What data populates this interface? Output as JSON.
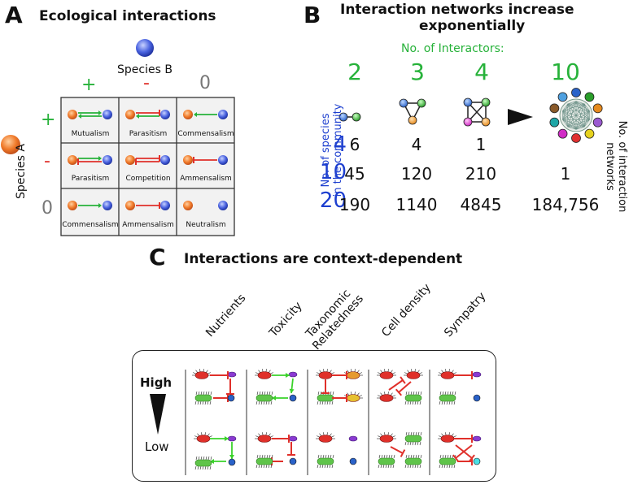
{
  "panelA": {
    "letter": "A",
    "title": "Ecological interactions",
    "species_b": "Species B",
    "species_a": "Species A",
    "col_signs": [
      "+",
      "-",
      "0"
    ],
    "row_signs": [
      "+",
      "-",
      "0"
    ],
    "cells": [
      [
        "Mutualism",
        "Parasitism",
        "Commensalism"
      ],
      [
        "Parasitism",
        "Competition",
        "Ammensalism"
      ],
      [
        "Commensalism",
        "Ammensalism",
        "Neutralism"
      ]
    ]
  },
  "panelB": {
    "letter": "B",
    "title_line1": "Interaction networks increase",
    "title_line2": "exponentially",
    "interactors_label": "No. of Interactors:",
    "interactors": [
      "2",
      "3",
      "4",
      "10"
    ],
    "species_axis": "No. of species\nin the community",
    "networks_axis": "No. of interaction\nnetworks",
    "rows": [
      {
        "species": "4",
        "values": [
          "6",
          "4",
          "1",
          ""
        ]
      },
      {
        "species": "10",
        "values": [
          "45",
          "120",
          "210",
          "1"
        ]
      },
      {
        "species": "20",
        "values": [
          "190",
          "1140",
          "4845",
          "184,756"
        ]
      }
    ]
  },
  "panelC": {
    "letter": "C",
    "title": "Interactions are context-dependent",
    "columns": [
      "Nutrients",
      "Toxicity",
      "Taxonomic\nRelatedness",
      "Cell density",
      "Sympatry"
    ],
    "high": "High",
    "low": "Low"
  },
  "colors": {
    "green": "#27b23a",
    "red": "#e0302a",
    "blue": "#1d3fcf",
    "orange": "#f07a2a",
    "species_blue": "#4a63e0"
  }
}
